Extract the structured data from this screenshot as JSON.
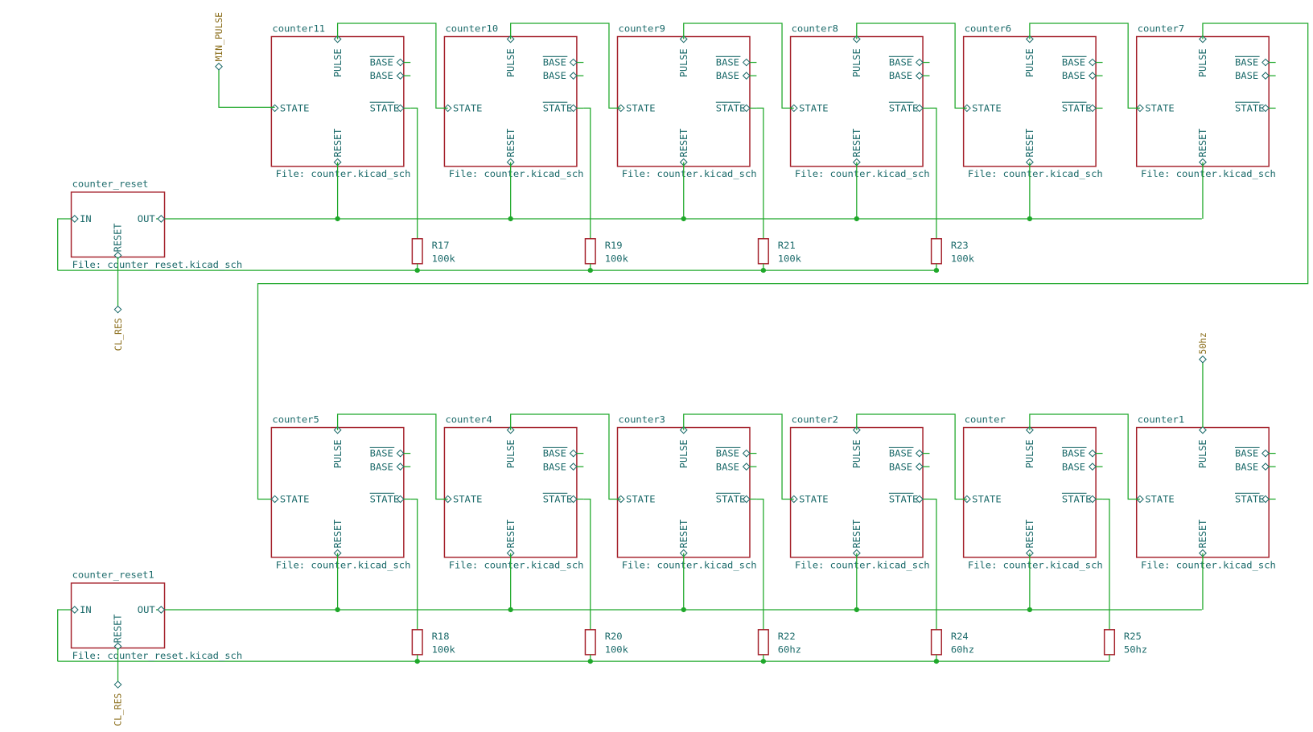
{
  "pins": {
    "state": "STATE",
    "state_bar": "STATE",
    "pulse": "PULSE",
    "reset": "RESET",
    "base": "BASE",
    "base_bar": "BASE",
    "in": "IN",
    "out": "OUT"
  },
  "counter_file": "File: counter.kicad_sch",
  "reset_file": "File: counter_reset.kicad_sch",
  "top_row": [
    "counter11",
    "counter10",
    "counter9",
    "counter8",
    "counter6",
    "counter7"
  ],
  "bottom_row": [
    "counter5",
    "counter4",
    "counter3",
    "counter2",
    "counter",
    "counter1"
  ],
  "reset_blocks": [
    "counter_reset",
    "counter_reset1"
  ],
  "labels": {
    "min_pulse": "MIN_PULSE",
    "cl_res_top": "CL_RES",
    "cl_res_bottom": "CL_RES",
    "hz50": "50hz"
  },
  "top_resistors": [
    {
      "ref": "R17",
      "value": "100k"
    },
    {
      "ref": "R19",
      "value": "100k"
    },
    {
      "ref": "R21",
      "value": "100k"
    },
    {
      "ref": "R23",
      "value": "100k"
    }
  ],
  "bottom_resistors": [
    {
      "ref": "R18",
      "value": "100k"
    },
    {
      "ref": "R20",
      "value": "100k"
    },
    {
      "ref": "R22",
      "value": "60hz"
    },
    {
      "ref": "R24",
      "value": "60hz"
    },
    {
      "ref": "R25",
      "value": "50hz"
    }
  ],
  "colors": {
    "wire": "#1fa82a",
    "sheet_border": "#a4202a",
    "text": "#1b6a6a",
    "global_label": "#8a6d1a",
    "background": "#ffffff"
  }
}
